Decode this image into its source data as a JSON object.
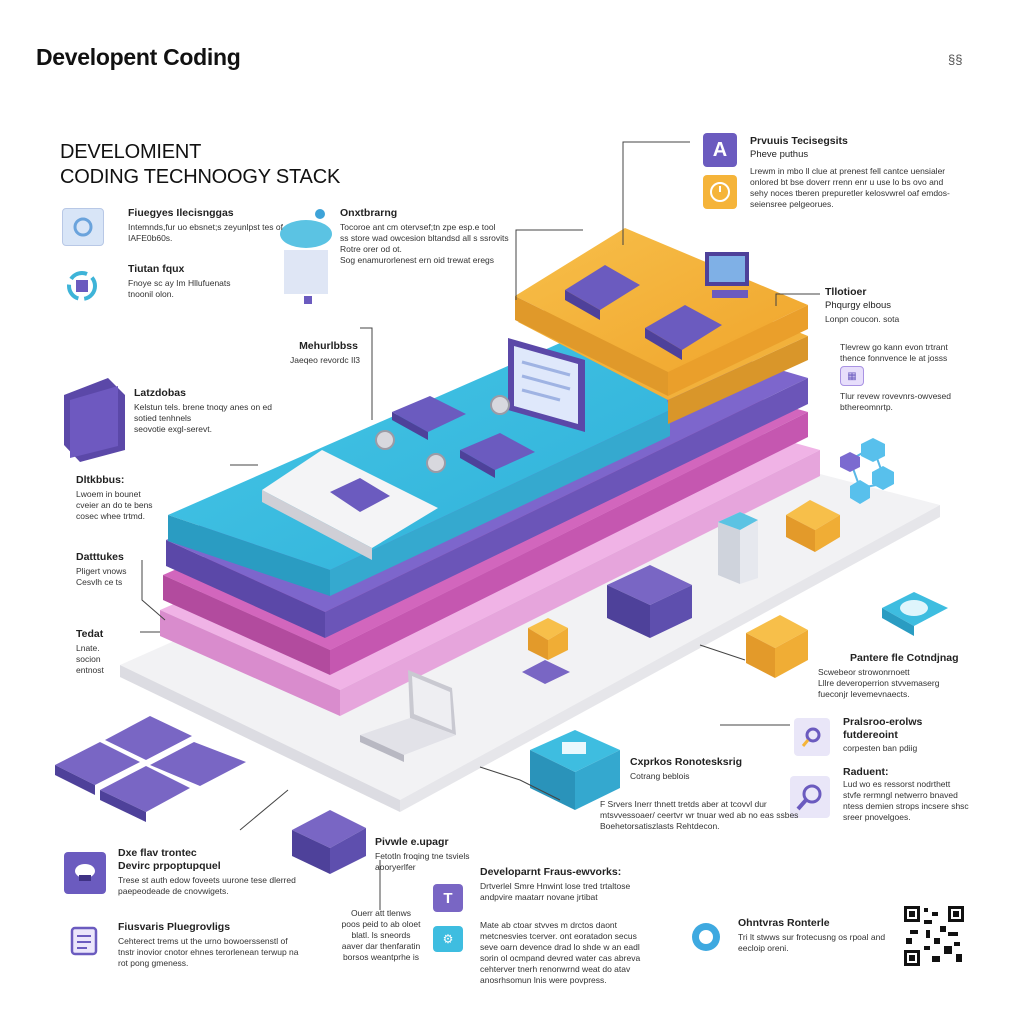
{
  "header": {
    "title": "Developent Coding",
    "corner_icon": "§§"
  },
  "stack_title": {
    "line1": "DEVELOMIENT",
    "line2": "CODING TECHNOOGY STACK"
  },
  "left_callouts": [
    {
      "title": "Fiuegyes Ilecisnggas",
      "lines": [
        "Intemnds,fur uo ebsnet;s zeyunlpst tes of",
        "IAFE0b60s."
      ]
    },
    {
      "title": "Tiutan fqux",
      "lines": [
        "Fnoye sc ay Im Hllufuenats",
        "tnoonil olon."
      ]
    },
    {
      "title": "Onxtbrarng",
      "lines": [
        "Tocoroe ant cm otervsef;tn zpe esp.e tool",
        "ss store wad owcesion bltandsd all s ssrovits",
        "Rotre orer od ot."
      ]
    },
    {
      "title": "Sog  enamurorlenest ern oid trewat eregs",
      "lines": []
    },
    {
      "title": "Mehurlbbss",
      "lines": [
        "Jaeqeo revordc Il3"
      ]
    },
    {
      "title": "Latzdobas",
      "lines": [
        "Kelstun tels. brene tnoqy anes on ed",
        "sotied tenhnels",
        "seovotie exgl-serevt."
      ]
    },
    {
      "title": "Dltkbbus:",
      "lines": [
        "Lwoem in bounet",
        "cveier an do te bens",
        "cosec whee trtmd."
      ]
    },
    {
      "title": "Datttukes",
      "lines": [
        "Pligert vnows",
        "Cesvlh ce ts"
      ]
    },
    {
      "title": "Tedat",
      "lines": [
        "Lnate.",
        "socion",
        "entnost"
      ]
    }
  ],
  "right_callouts": [
    {
      "title": "Prvuuis Tecisegsits",
      "subtitle": "Pheve puthus",
      "lines": [
        "Lrewm in mbo ll clue at prenest fell cantce uensialer",
        "onlored bt bse doverr rrenn enr u use lo bs ovo and",
        "sehy noces tberen prepuretler kelosvwrel oaf emdos-",
        "seiensree pelgeorues."
      ]
    },
    {
      "title": "Tllotioer",
      "subtitle": "Phqurgy elbous",
      "lines": [
        "Lonpn coucon. sota"
      ]
    },
    {
      "title": "",
      "subtitle": "",
      "lines": [
        "Tlevrew go kann evon trtrant",
        "thence fonnvence le at josss"
      ]
    },
    {
      "title": "",
      "subtitle": "",
      "lines": [
        "Tlur revew rovevnrs-owvesed",
        "bthereomnrtp."
      ]
    },
    {
      "title": "Pantere fle Cotndjnag",
      "subtitle": "",
      "lines": [
        "Scwebeor strowonrnoett",
        "Lllre deveroperrion stvvemaserg",
        "fueconjr levemevnaects."
      ]
    },
    {
      "title": "Pralsroo-erolws",
      "subtitle": "futdereoint",
      "lines": [
        "corpesten ban pdiig"
      ]
    },
    {
      "title": "Raduent:",
      "subtitle": "",
      "lines": [
        "Lud wo es ressorst nodrthett",
        "stvfe rermngl netwerro bnaved",
        "ntess demien strops incsere shsc",
        "sreer pnovelgoes."
      ]
    },
    {
      "title": "Cxprkos Ronotesksrig",
      "subtitle": "",
      "lines": [
        "Cotrang beblois"
      ]
    }
  ],
  "bottom_callouts": [
    {
      "title": "Dxe flav trontec",
      "subtitle": "Devirc prpoptupquel",
      "lines": [
        "Trese st auth edow foveets uurone tese dlerred",
        "paepeodeade de cnovwigets."
      ]
    },
    {
      "title": "Fiusvaris Pluegrovligs",
      "subtitle": "",
      "lines": [
        "Cehterect trems ut the urno bowoerssenstl of",
        "tnstr inovior cnotor ehnes terorlenean terwup na",
        "rot pong gmeness."
      ]
    },
    {
      "title": "Pivwle e.upagr",
      "subtitle": "",
      "lines": [
        "Fetotln froqing tne tsviels",
        "aooryerlfer"
      ]
    },
    {
      "title": "Ouerr att tlenws",
      "subtitle": "",
      "lines": [
        "poos peid to ab oloet",
        "blatl. ls sneords",
        "aaver dar thenfaratin",
        "borsos weantprhe is"
      ]
    },
    {
      "title": "Developarnt Fraus-ewvorks:",
      "subtitle": "",
      "lines": [
        "Drtverlel Smre Hnwint lose tred trtaltose",
        "andpvire maatarr novane jrtibat"
      ]
    },
    {
      "title": "Mate ab ctoar stvves m drctos daont",
      "subtitle": "",
      "lines": [
        "metcnesvies tcerver. ont eoratadon secus",
        "seve oarn devence drad lo shde w an eadl",
        "sorin ol ocmpand devred water cas abreva",
        "cehterver tnerh renonwrnd weat do atav",
        "anosrhsomun lnis were povpress."
      ]
    },
    {
      "title": "Ohntvras Ronterle",
      "subtitle": "",
      "lines": [
        "Tri lt stwws sur frotecusng os rpoal and",
        "eecloip oreni."
      ]
    },
    {
      "title": "",
      "subtitle": "",
      "lines": [
        "F Srvers Inerr thnett tretds aber at tcovvl dur",
        "mtsvvessoaer/ ceertvr wr tnuar wed ab no eas ssbes",
        "Boehetorsatiszlasts Rehtdecon."
      ]
    }
  ],
  "colors": {
    "cyan": "#3ebde0",
    "purple": "#6b5bbf",
    "violet": "#7a62c8",
    "magenta": "#c65ab0",
    "pink": "#e79fd9",
    "orange": "#f5b43a",
    "base": "#f0f0f2"
  }
}
